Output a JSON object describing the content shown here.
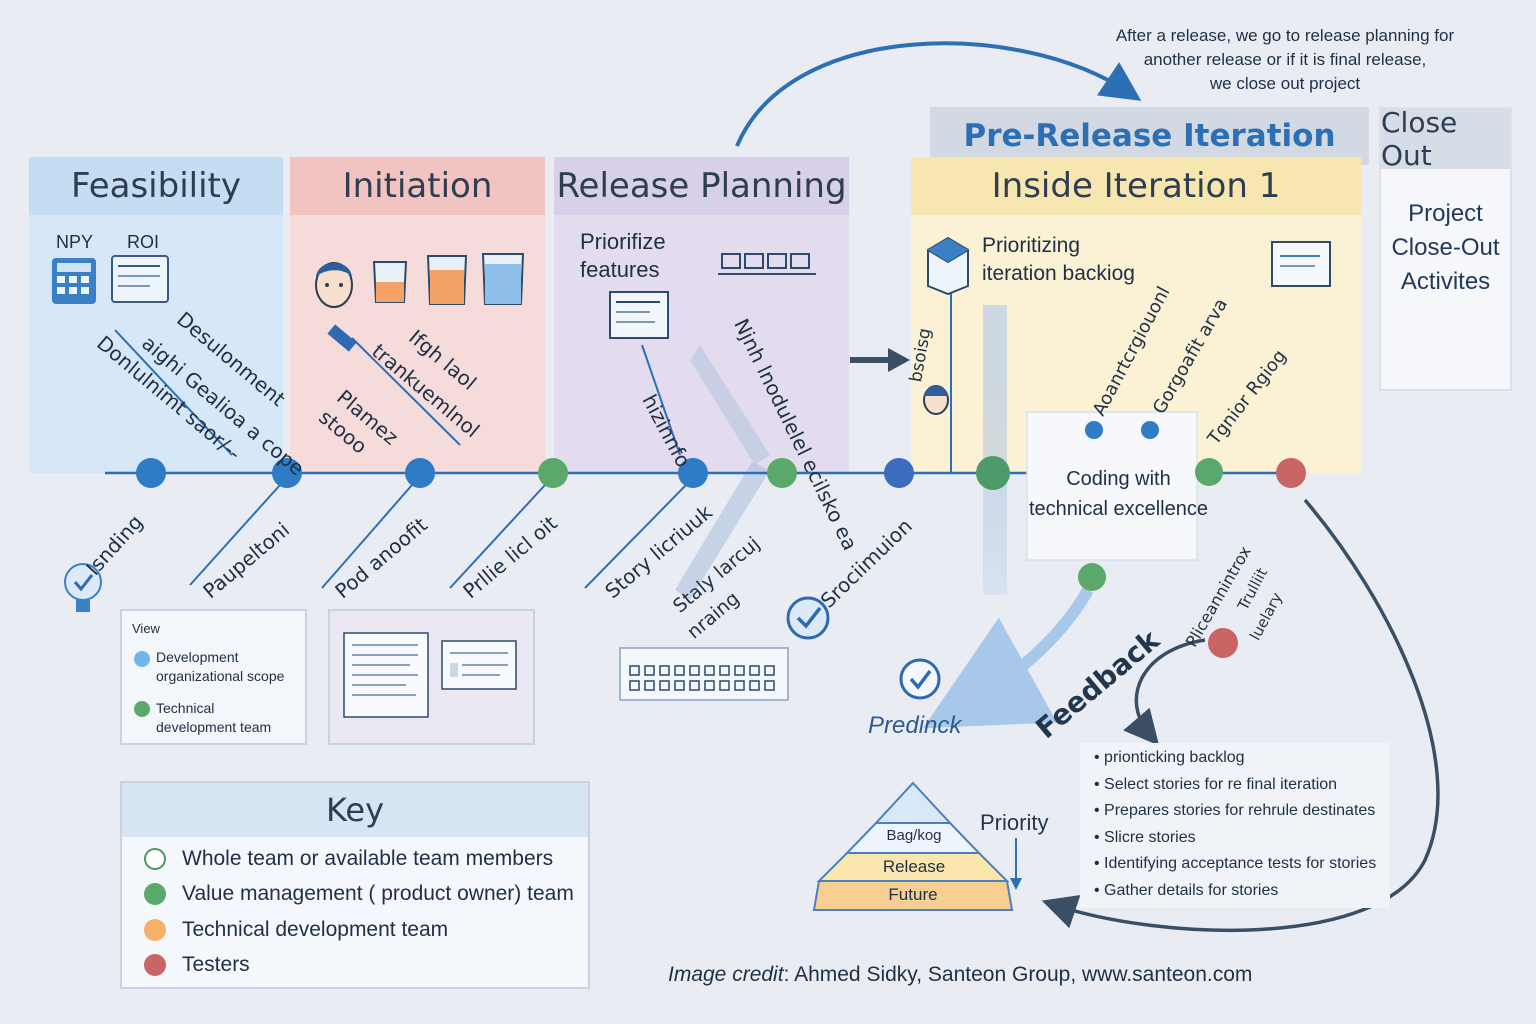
{
  "note": {
    "lines": [
      "After a release, we go to release planning for",
      "another release or  if it is final release,",
      "we close out project"
    ]
  },
  "phases": {
    "feasibility": {
      "title": "Feasibility",
      "npv": "NPY",
      "roi": "ROI"
    },
    "initiation": {
      "title": "Initiation"
    },
    "release_planning": {
      "title": "Release Planning",
      "prioritize": [
        "Priorifize",
        "features"
      ]
    },
    "pre_release": {
      "title": "Pre-Release Iteration"
    },
    "inside_iteration": {
      "title": "Inside Iteration 1",
      "prioritizing": [
        "Prioritizing",
        "iteration backiog"
      ],
      "coding": [
        "Coding with",
        "technical excellence"
      ]
    },
    "close_out": {
      "title": "Close Out",
      "activities": [
        "Project",
        "Close-Out",
        "Activites"
      ]
    }
  },
  "rotated_above": [
    "Desulonment",
    "aighi Gealioa a cope",
    "Donlulnimt saor/--",
    "Ifgh laol",
    "trankuemlnol",
    "Plamez",
    "stooo",
    "hizinnfo",
    "Njnh lnodulelel ecilsko ea",
    "bsoisg",
    "Aoanrtcrgiouonl",
    "Gorgoafit arva",
    "Tgnior Rgiog"
  ],
  "rotated_below": [
    "Isnding",
    "Paupeltoni",
    "Pod anoofit",
    "Prllie licl oit",
    "Story licriuuk",
    "Staly larcuj",
    "nraing",
    "Srociimuion",
    "Pliceannintrox",
    "Trulliit",
    "luelary"
  ],
  "view_panel": {
    "title": "View",
    "items": [
      "Development",
      "organizational scope",
      "Technical",
      "development team"
    ]
  },
  "feedback": {
    "label": "Feedback",
    "predinck": "Predinck"
  },
  "backlog_list": [
    "• prionticking backlog",
    "• Select stories for re final iteration",
    "• Prepares stories for rehrule destinates",
    "• Slicre stories",
    "• Identifying acceptance tests for stories",
    "• Gather details for stories"
  ],
  "pyramid": {
    "priority": "Priority",
    "tiers": [
      "Bag/kog",
      "Release",
      "Future"
    ]
  },
  "key": {
    "title": "Key",
    "items": [
      {
        "label": "Whole team or available team members",
        "color": "#ffffff",
        "border": "#4a9a5e"
      },
      {
        "label": "Value management ( product owner) team",
        "color": "#5aa96a",
        "border": "#5aa96a"
      },
      {
        "label": "Technical development team",
        "color": "#f5b06a",
        "border": "#f5b06a"
      },
      {
        "label": "Testers",
        "color": "#c96565",
        "border": "#c96565"
      }
    ]
  },
  "credit": {
    "italic": "Image credit",
    "rest": ": Ahmed Sidky, Santeon Group, www.santeon.com"
  },
  "colors": {
    "line": "#2d6fb5",
    "blue_dot": "#2f7cc6",
    "green_dot": "#5aa96a",
    "red_dot": "#c96565"
  }
}
